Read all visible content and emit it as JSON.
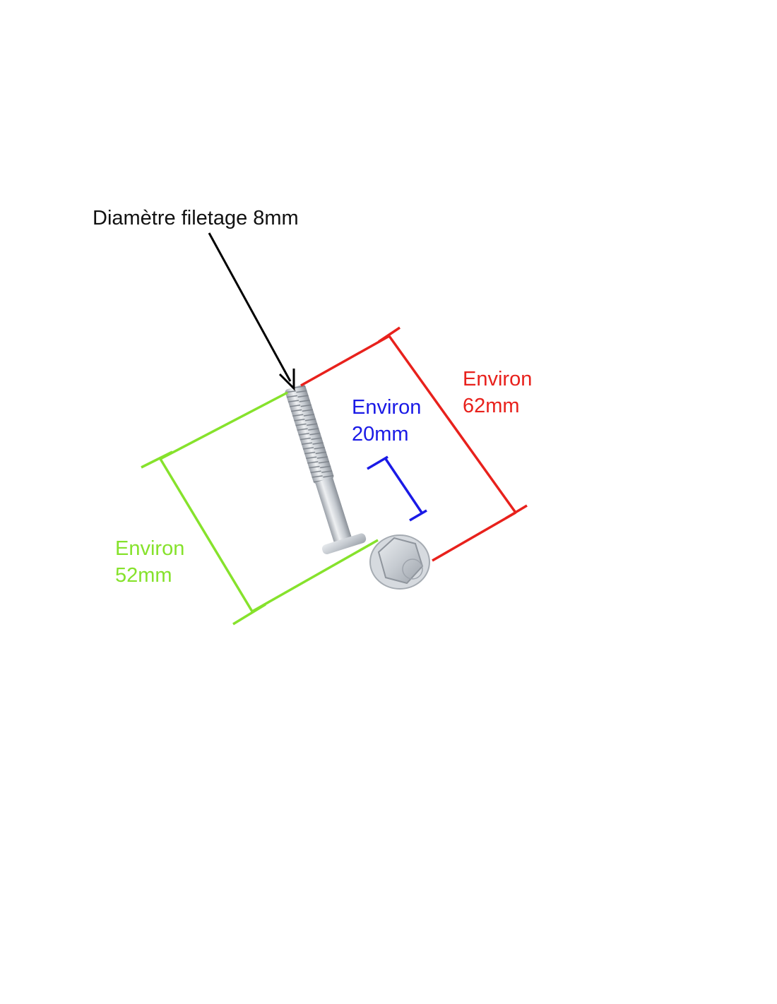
{
  "thread_diameter_label": "Diamètre filetage 8mm",
  "dimensions": {
    "overall": {
      "line1": "Environ",
      "line2": "62mm",
      "color": "#e8211c"
    },
    "shank": {
      "line1": "Environ",
      "line2": "20mm",
      "color": "#1a1ae6"
    },
    "under_head": {
      "line1": "Environ",
      "line2": "52mm",
      "color": "#86e22c"
    }
  },
  "arrow_color": "#000000",
  "bolt_color": "#c9cdd2"
}
